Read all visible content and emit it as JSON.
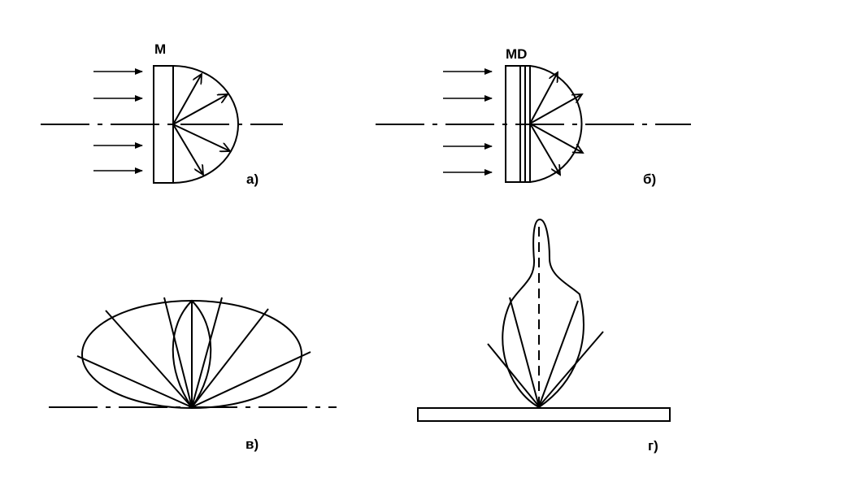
{
  "panels": {
    "a": {
      "material_label": "M",
      "caption": "а)"
    },
    "b": {
      "material_label": "MD",
      "caption": "б)"
    },
    "c": {
      "caption": "в)"
    },
    "d": {
      "caption": "г)"
    }
  }
}
